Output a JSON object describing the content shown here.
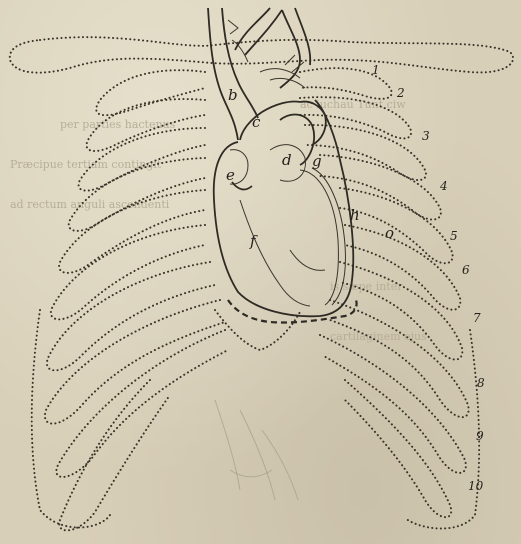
{
  "labels": {
    "b": "b",
    "c": "c",
    "d": "d",
    "e": "e",
    "f": "f",
    "g": "g",
    "h": "h",
    "o": "o"
  },
  "rib_numbers": [
    "1",
    "2",
    "3",
    "4",
    "5",
    "6",
    "7",
    "8",
    "9",
    "10"
  ]
}
